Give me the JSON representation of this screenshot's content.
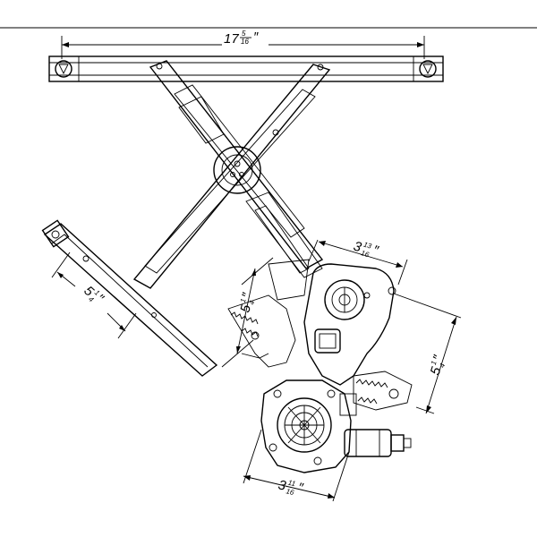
{
  "dimensions": {
    "top_rail": {
      "whole": "17",
      "numerator": "5",
      "denominator": "16",
      "unit": "″"
    },
    "upper_right": {
      "whole": "3",
      "numerator": "13",
      "denominator": "16",
      "unit": "″"
    },
    "left_rail": {
      "whole": "5",
      "numerator": "1",
      "denominator": "4",
      "unit": "″"
    },
    "mid_left": {
      "whole": "5",
      "numerator": "1",
      "denominator": "4",
      "unit": "″"
    },
    "right_side": {
      "whole": "5",
      "numerator": "1",
      "denominator": "4",
      "unit": "″"
    },
    "motor_width": {
      "whole": "3",
      "numerator": "11",
      "denominator": "16",
      "unit": "″"
    }
  }
}
